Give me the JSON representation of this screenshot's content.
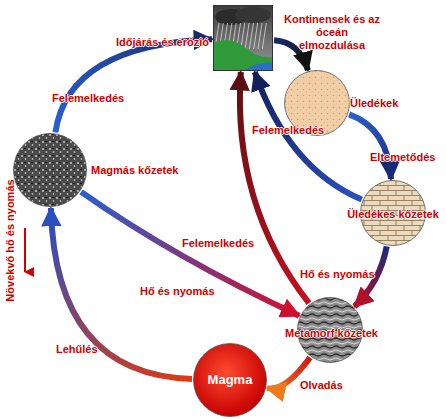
{
  "diagram": {
    "nodes": [
      {
        "text": [
          "Időjárás és erózió"
        ]
      },
      {
        "text": [
          "Üledékek"
        ]
      },
      {
        "text": [
          "Magmás kőzetek"
        ]
      },
      {
        "text": [
          "Üledékes kőzetek"
        ]
      },
      {
        "text": [
          "Metamorf kőzetek"
        ]
      },
      {
        "text": [
          "Magma"
        ]
      }
    ],
    "edges": [
      {
        "from": 0,
        "to": 1,
        "arrow": "to",
        "label": "Kontinensek és az óceán elmozdulása"
      },
      {
        "from": 1,
        "to": 3,
        "arrow": "to",
        "label": "Eltemetődés"
      },
      {
        "from": 3,
        "to": 4,
        "arrow": "to",
        "label": "Hő és nyomás"
      },
      {
        "from": 4,
        "to": 5,
        "arrow": "to",
        "label": "Olvadás"
      },
      {
        "from": 5,
        "to": 2,
        "arrow": "to",
        "label": "Lehűlés"
      },
      {
        "from": 2,
        "to": 0,
        "arrow": "to",
        "label": "Felemelkedés"
      },
      {
        "from": 2,
        "to": 4,
        "arrow": "to",
        "label": "Hő és nyomás"
      },
      {
        "from": 4,
        "to": 0,
        "arrow": "to",
        "label": "Felemelkedés"
      },
      {
        "from": 3,
        "to": 0,
        "arrow": "to",
        "label": "Felemelkedés"
      }
    ],
    "labels": [
      "Növekvő hő és nyomás"
    ]
  }
}
